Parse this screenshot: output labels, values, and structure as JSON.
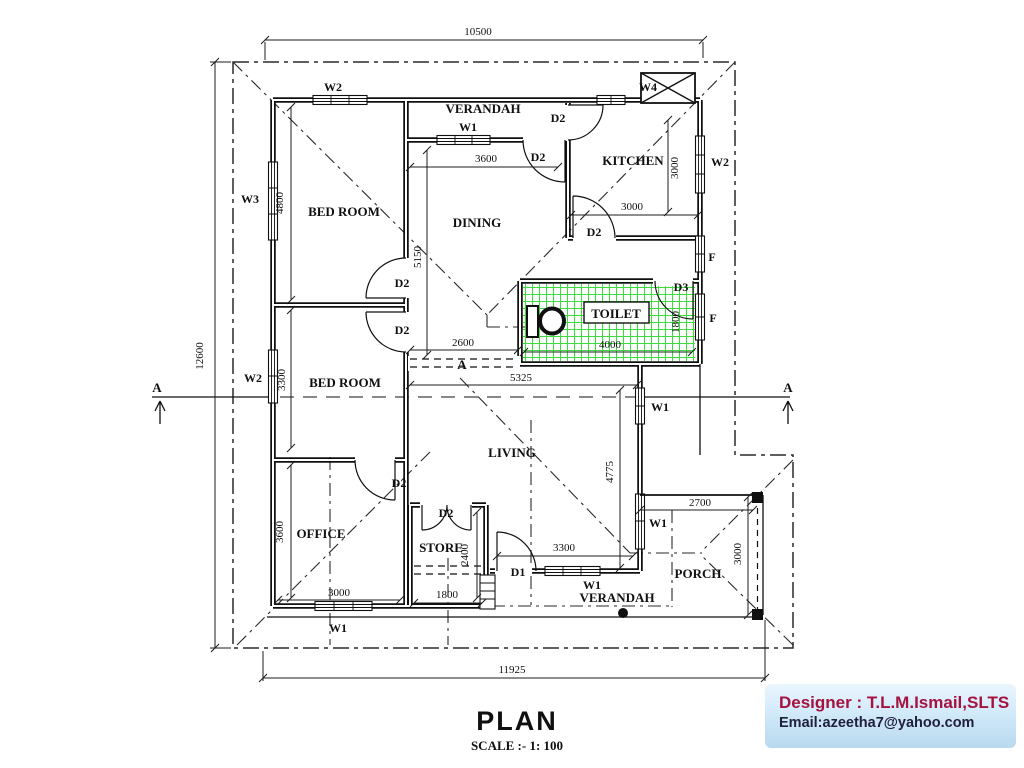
{
  "title": {
    "heading": "PLAN",
    "scale": "SCALE :-  1: 100"
  },
  "designer": {
    "name_line": "Designer : T.L.M.Ismail,SLTS",
    "email_line": "Email:azeetha7@yahoo.com",
    "panel_bg": "#cde7f8",
    "name_color": "#a5123f",
    "email_color": "#20203c"
  },
  "rooms": {
    "bedroom1": "BED ROOM",
    "bedroom2": "BED ROOM",
    "office": "OFFICE",
    "dining": "DINING",
    "kitchen": "KITCHEN",
    "toilet": "TOILET",
    "living": "LIVING",
    "store": "STORE",
    "porch": "PORCH",
    "verandah_top": "VERANDAH",
    "verandah_bottom": "VERANDAH"
  },
  "openings": {
    "w1": "W1",
    "w2": "W2",
    "w3": "W3",
    "w4": "W4",
    "d1": "D1",
    "d2": "D2",
    "d3": "D3",
    "f": "F"
  },
  "section": {
    "label": "A"
  },
  "dims": {
    "overall_width_top": "10500",
    "overall_width_bottom": "11925",
    "overall_height_left": "12600",
    "bedroom1_depth": "4800",
    "bedroom2_depth": "3300",
    "office_depth": "3600",
    "office_width": "3000",
    "store_width": "1800",
    "store_depth": "2400",
    "dining_width": "3600",
    "dining_depth": "5150",
    "kitchen_width": "3000",
    "kitchen_depth": "3000",
    "toilet_width": "4000",
    "toilet_depth": "1800",
    "hall_opening": "2600",
    "living_width": "5325",
    "living_depth": "4775",
    "living_rear_opening": "3300",
    "porch_width": "2700",
    "porch_depth": "3000"
  },
  "colors": {
    "toilet_hatch": "#3bdc3b",
    "ink": "#101010"
  }
}
